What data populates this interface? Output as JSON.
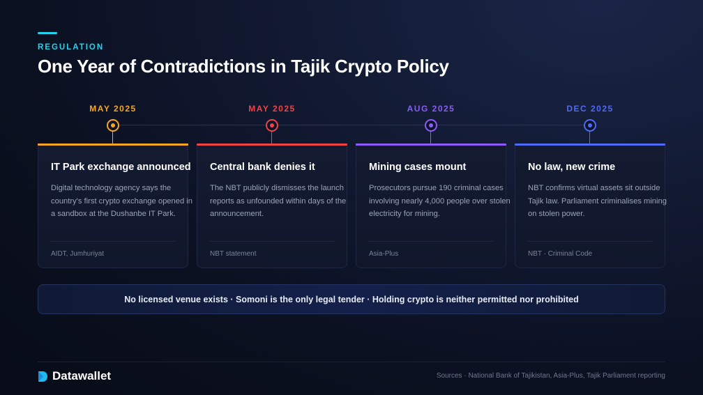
{
  "header": {
    "eyebrow": "REGULATION",
    "title": "One Year of Contradictions in Tajik Crypto Policy"
  },
  "timeline": [
    {
      "date": "MAY 2025",
      "color": "#f5a623",
      "title": "IT Park exchange announced",
      "body": "Digital technology agency says the country's first crypto exchange opened in a sandbox at the Dushanbe IT Park.",
      "source": "AIDT, Jumhuriyat"
    },
    {
      "date": "MAY 2025",
      "color": "#ef4444",
      "title": "Central bank denies it",
      "body": "The NBT publicly dismisses the launch reports as unfounded within days of the announcement.",
      "source": "NBT statement"
    },
    {
      "date": "AUG 2025",
      "color": "#8b5cf6",
      "title": "Mining cases mount",
      "body": "Prosecutors pursue 190 criminal cases involving nearly 4,000 people over stolen electricity for mining.",
      "source": "Asia-Plus"
    },
    {
      "date": "DEC 2025",
      "color": "#4f6bf5",
      "title": "No law, new crime",
      "body": "NBT confirms virtual assets sit outside Tajik law. Parliament criminalises mining on stolen power.",
      "source": "NBT · Criminal Code"
    }
  ],
  "banner": {
    "text": "No licensed venue exists · Somoni is the only legal tender · Holding crypto is neither permitted nor prohibited"
  },
  "footer": {
    "brand": "Datawallet",
    "sources": "Sources · National Bank of Tajikistan, Asia-Plus, Tajik Parliament reporting"
  }
}
